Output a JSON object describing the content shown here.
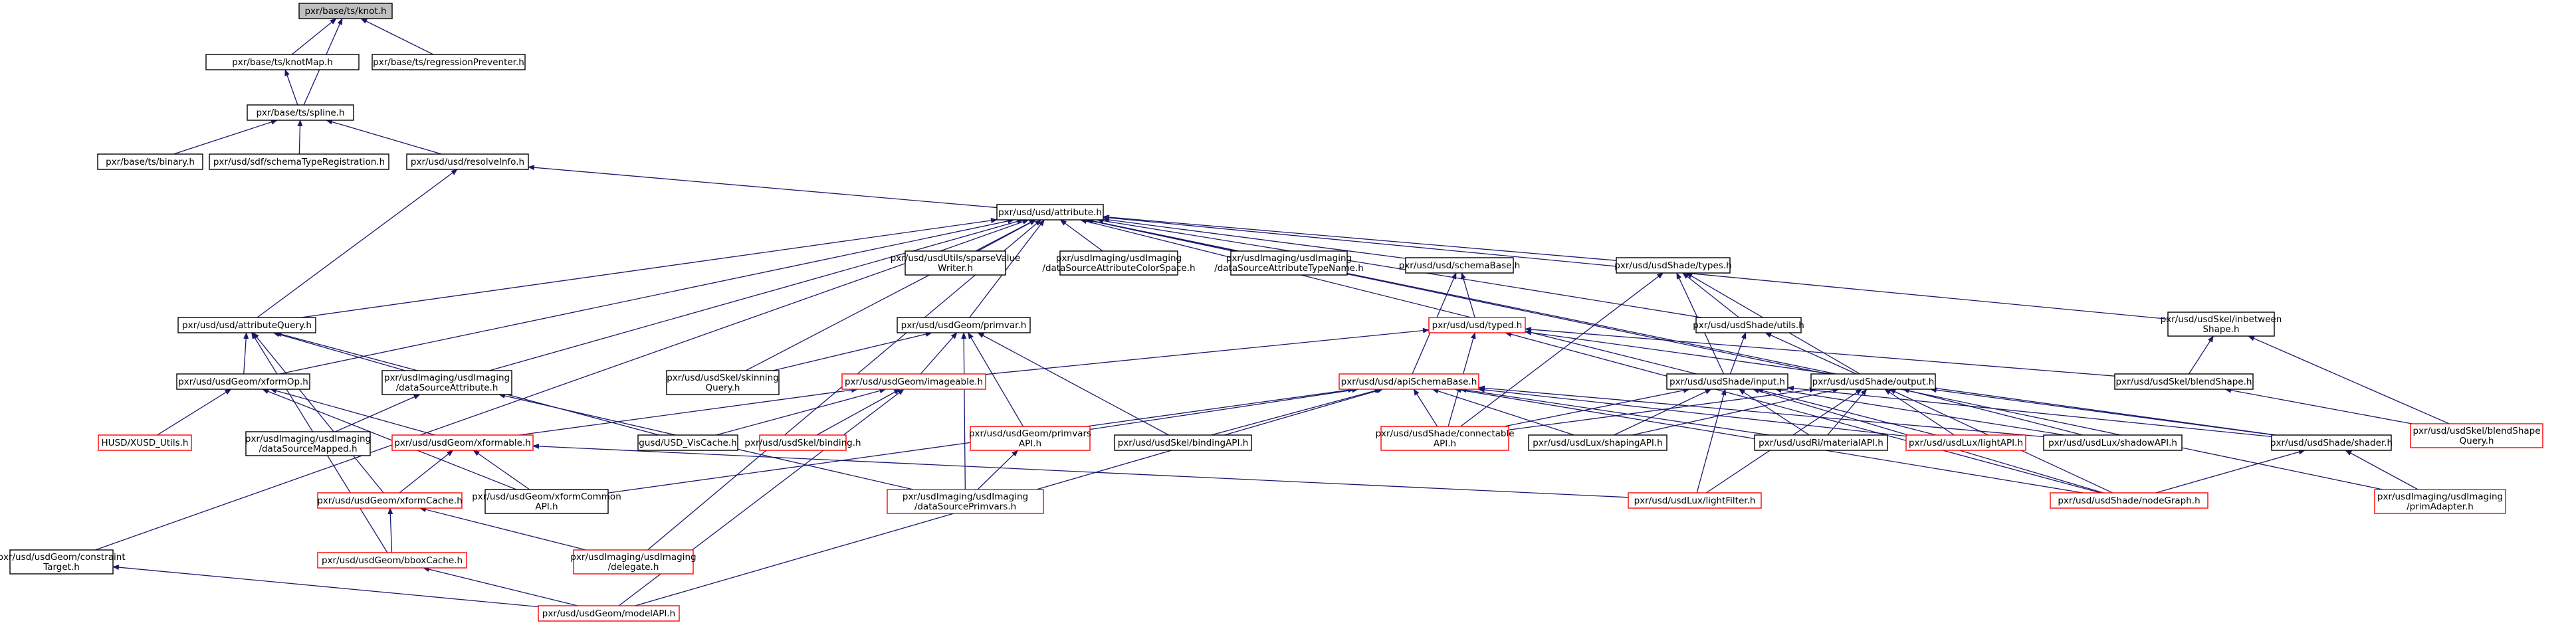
{
  "colors": {
    "edge": "#191970",
    "border_normal": "#000000",
    "border_missing": "#ff0000",
    "root_fill": "#bfbfbf",
    "background": "#ffffff"
  },
  "nodes": [
    {
      "id": "knot",
      "kind": "root",
      "lines": [
        "pxr/base/ts/knot.h"
      ]
    },
    {
      "id": "knotMap",
      "kind": "plain",
      "lines": [
        "pxr/base/ts/knotMap.h"
      ]
    },
    {
      "id": "regressionPreventer",
      "kind": "plain",
      "lines": [
        "pxr/base/ts/regressionPreventer.h"
      ]
    },
    {
      "id": "spline",
      "kind": "plain",
      "lines": [
        "pxr/base/ts/spline.h"
      ]
    },
    {
      "id": "binary",
      "kind": "plain",
      "lines": [
        "pxr/base/ts/binary.h"
      ]
    },
    {
      "id": "schemaTypeRegistration",
      "kind": "plain",
      "lines": [
        "pxr/usd/sdf/schemaTypeRegistration.h"
      ]
    },
    {
      "id": "resolveInfo",
      "kind": "plain",
      "lines": [
        "pxr/usd/usd/resolveInfo.h"
      ]
    },
    {
      "id": "attribute",
      "kind": "plain",
      "lines": [
        "pxr/usd/usd/attribute.h"
      ]
    },
    {
      "id": "parseValueWriter",
      "kind": "plain",
      "lines": [
        "pxr/usd/usdUtils/sparseValue",
        "Writer.h"
      ]
    },
    {
      "id": "dsAttrColorSpace",
      "kind": "plain",
      "lines": [
        "pxr/usdImaging/usdImaging",
        "/dataSourceAttributeColorSpace.h"
      ]
    },
    {
      "id": "dsAttrTypeName",
      "kind": "plain",
      "lines": [
        "pxr/usdImaging/usdImaging",
        "/dataSourceAttributeTypeName.h"
      ]
    },
    {
      "id": "schemaBase",
      "kind": "plain",
      "lines": [
        "pxr/usd/usd/schemaBase.h"
      ]
    },
    {
      "id": "shadeTypes",
      "kind": "plain",
      "lines": [
        "pxr/usd/usdShade/types.h"
      ]
    },
    {
      "id": "inbetweenShape",
      "kind": "plain",
      "lines": [
        "pxr/usd/usdSkel/inbetween",
        "Shape.h"
      ]
    },
    {
      "id": "attributeQuery",
      "kind": "plain",
      "lines": [
        "pxr/usd/usd/attributeQuery.h"
      ]
    },
    {
      "id": "primvar",
      "kind": "plain",
      "lines": [
        "pxr/usd/usdGeom/primvar.h"
      ]
    },
    {
      "id": "typed",
      "kind": "missing",
      "lines": [
        "pxr/usd/usd/typed.h"
      ]
    },
    {
      "id": "shadeUtils",
      "kind": "plain",
      "lines": [
        "pxr/usd/usdShade/utils.h"
      ]
    },
    {
      "id": "xformOp",
      "kind": "plain",
      "lines": [
        "pxr/usd/usdGeom/xformOp.h"
      ]
    },
    {
      "id": "dsAttribute",
      "kind": "plain",
      "lines": [
        "pxr/usdImaging/usdImaging",
        "/dataSourceAttribute.h"
      ]
    },
    {
      "id": "skinningQuery",
      "kind": "plain",
      "lines": [
        "pxr/usd/usdSkel/skinning",
        "Query.h"
      ]
    },
    {
      "id": "imageable",
      "kind": "missing",
      "lines": [
        "pxr/usd/usdGeom/imageable.h"
      ]
    },
    {
      "id": "apiSchemaBase",
      "kind": "missing",
      "lines": [
        "pxr/usd/usd/apiSchemaBase.h"
      ]
    },
    {
      "id": "shadeInput",
      "kind": "plain",
      "lines": [
        "pxr/usd/usdShade/input.h"
      ]
    },
    {
      "id": "shadeOutput",
      "kind": "plain",
      "lines": [
        "pxr/usd/usdShade/output.h"
      ]
    },
    {
      "id": "blendShape",
      "kind": "plain",
      "lines": [
        "pxr/usd/usdSkel/blendShape.h"
      ]
    },
    {
      "id": "blendShapeQuery",
      "kind": "missing",
      "lines": [
        "pxr/usd/usdSkel/blendShape",
        "Query.h"
      ]
    },
    {
      "id": "hususd",
      "kind": "missing",
      "lines": [
        "HUSD/XUSD_Utils.h"
      ]
    },
    {
      "id": "dsMapped",
      "kind": "plain",
      "lines": [
        "pxr/usdImaging/usdImaging",
        "/dataSourceMapped.h"
      ]
    },
    {
      "id": "xformable",
      "kind": "missing",
      "lines": [
        "pxr/usd/usdGeom/xformable.h"
      ]
    },
    {
      "id": "visCache",
      "kind": "plain",
      "lines": [
        "gusd/USD_VisCache.h"
      ]
    },
    {
      "id": "skelBinding",
      "kind": "missing",
      "lines": [
        "pxr/usd/usdSkel/binding.h"
      ]
    },
    {
      "id": "primvarsAPI",
      "kind": "missing",
      "lines": [
        "pxr/usd/usdGeom/primvars",
        "API.h"
      ]
    },
    {
      "id": "bindingAPI",
      "kind": "plain",
      "lines": [
        "pxr/usd/usdSkel/bindingAPI.h"
      ]
    },
    {
      "id": "connectableAPI",
      "kind": "missing",
      "lines": [
        "pxr/usd/usdShade/connectable",
        "API.h"
      ]
    },
    {
      "id": "shapingAPI",
      "kind": "plain",
      "lines": [
        "pxr/usd/usdLux/shapingAPI.h"
      ]
    },
    {
      "id": "materialAPI",
      "kind": "plain",
      "lines": [
        "pxr/usd/usdRi/materialAPI.h"
      ]
    },
    {
      "id": "lightAPI",
      "kind": "missing",
      "lines": [
        "pxr/usd/usdLux/lightAPI.h"
      ]
    },
    {
      "id": "shadowAPI",
      "kind": "plain",
      "lines": [
        "pxr/usd/usdLux/shadowAPI.h"
      ]
    },
    {
      "id": "shader",
      "kind": "plain",
      "lines": [
        "pxr/usd/usdShade/shader.h"
      ]
    },
    {
      "id": "xformCache",
      "kind": "missing",
      "lines": [
        "pxr/usd/usdGeom/xformCache.h"
      ]
    },
    {
      "id": "xformCommonAPI",
      "kind": "plain",
      "lines": [
        "pxr/usd/usdGeom/xformCommon",
        "API.h"
      ]
    },
    {
      "id": "dsPrimvars",
      "kind": "missing",
      "lines": [
        "pxr/usdImaging/usdImaging",
        "/dataSourcePrimvars.h"
      ]
    },
    {
      "id": "lightFilter",
      "kind": "missing",
      "lines": [
        "pxr/usd/usdLux/lightFilter.h"
      ]
    },
    {
      "id": "nodeGraph",
      "kind": "missing",
      "lines": [
        "pxr/usd/usdShade/nodeGraph.h"
      ]
    },
    {
      "id": "primAdapter",
      "kind": "missing",
      "lines": [
        "pxr/usdImaging/usdImaging",
        "/primAdapter.h"
      ]
    },
    {
      "id": "constraintTarget",
      "kind": "plain",
      "lines": [
        "pxr/usd/usdGeom/constraint",
        "Target.h"
      ]
    },
    {
      "id": "bboxCache",
      "kind": "missing",
      "lines": [
        "pxr/usd/usdGeom/bboxCache.h"
      ]
    },
    {
      "id": "delegate",
      "kind": "missing",
      "lines": [
        "pxr/usdImaging/usdImaging",
        "/delegate.h"
      ]
    },
    {
      "id": "modelAPI",
      "kind": "missing",
      "lines": [
        "pxr/usd/usdGeom/modelAPI.h"
      ]
    }
  ],
  "edges": [
    [
      "knotMap",
      "knot"
    ],
    [
      "spline",
      "knot"
    ],
    [
      "regressionPreventer",
      "knot"
    ],
    [
      "spline",
      "knotMap"
    ],
    [
      "binary",
      "spline"
    ],
    [
      "schemaTypeRegistration",
      "spline"
    ],
    [
      "resolveInfo",
      "spline"
    ],
    [
      "attribute",
      "resolveInfo"
    ],
    [
      "attributeQuery",
      "resolveInfo"
    ],
    [
      "constraintTarget",
      "attribute"
    ],
    [
      "attributeQuery",
      "attribute"
    ],
    [
      "xformOp",
      "attribute"
    ],
    [
      "dsAttribute",
      "attribute"
    ],
    [
      "skinningQuery",
      "attribute"
    ],
    [
      "primvar",
      "attribute"
    ],
    [
      "delegate",
      "attribute"
    ],
    [
      "parseValueWriter",
      "attribute"
    ],
    [
      "dsAttrColorSpace",
      "attribute"
    ],
    [
      "dsAttrTypeName",
      "attribute"
    ],
    [
      "schemaBase",
      "attribute"
    ],
    [
      "shadeTypes",
      "attribute"
    ],
    [
      "shadeUtils",
      "attribute"
    ],
    [
      "shadeInput",
      "attribute"
    ],
    [
      "shadeOutput",
      "attribute"
    ],
    [
      "inbetweenShape",
      "attribute"
    ],
    [
      "primAdapter",
      "attribute"
    ],
    [
      "typed",
      "schemaBase"
    ],
    [
      "apiSchemaBase",
      "schemaBase"
    ],
    [
      "shadeUtils",
      "shadeTypes"
    ],
    [
      "shadeInput",
      "shadeTypes"
    ],
    [
      "shadeOutput",
      "shadeTypes"
    ],
    [
      "connectableAPI",
      "shadeTypes"
    ],
    [
      "blendShape",
      "inbetweenShape"
    ],
    [
      "blendShapeQuery",
      "inbetweenShape"
    ],
    [
      "xformOp",
      "attributeQuery"
    ],
    [
      "dsAttribute",
      "attributeQuery"
    ],
    [
      "visCache",
      "attributeQuery"
    ],
    [
      "xformCache",
      "attributeQuery"
    ],
    [
      "bboxCache",
      "attributeQuery"
    ],
    [
      "skinningQuery",
      "primvar"
    ],
    [
      "imageable",
      "primvar"
    ],
    [
      "primvarsAPI",
      "primvar"
    ],
    [
      "bindingAPI",
      "primvar"
    ],
    [
      "dsPrimvars",
      "primvar"
    ],
    [
      "imageable",
      "typed"
    ],
    [
      "connectableAPI",
      "typed"
    ],
    [
      "shader",
      "typed"
    ],
    [
      "blendShape",
      "typed"
    ],
    [
      "nodeGraph",
      "typed"
    ],
    [
      "shadeInput",
      "shadeUtils"
    ],
    [
      "shadeOutput",
      "shadeUtils"
    ],
    [
      "xformable",
      "xformOp"
    ],
    [
      "hususd",
      "xformOp"
    ],
    [
      "xformCommonAPI",
      "xformOp"
    ],
    [
      "dsMapped",
      "dsAttribute"
    ],
    [
      "dsPrimvars",
      "dsAttribute"
    ],
    [
      "xformable",
      "imageable"
    ],
    [
      "visCache",
      "imageable"
    ],
    [
      "skelBinding",
      "imageable"
    ],
    [
      "modelAPI",
      "imageable"
    ],
    [
      "bindingAPI",
      "apiSchemaBase"
    ],
    [
      "connectableAPI",
      "apiSchemaBase"
    ],
    [
      "shapingAPI",
      "apiSchemaBase"
    ],
    [
      "materialAPI",
      "apiSchemaBase"
    ],
    [
      "lightAPI",
      "apiSchemaBase"
    ],
    [
      "shadowAPI",
      "apiSchemaBase"
    ],
    [
      "xformCommonAPI",
      "apiSchemaBase"
    ],
    [
      "primvarsAPI",
      "apiSchemaBase"
    ],
    [
      "modelAPI",
      "apiSchemaBase"
    ],
    [
      "nodeGraph",
      "apiSchemaBase"
    ],
    [
      "connectableAPI",
      "shadeInput"
    ],
    [
      "shapingAPI",
      "shadeInput"
    ],
    [
      "materialAPI",
      "shadeInput"
    ],
    [
      "lightAPI",
      "shadeInput"
    ],
    [
      "shadowAPI",
      "shadeInput"
    ],
    [
      "shader",
      "shadeInput"
    ],
    [
      "lightFilter",
      "shadeInput"
    ],
    [
      "nodeGraph",
      "shadeInput"
    ],
    [
      "connectableAPI",
      "shadeOutput"
    ],
    [
      "shapingAPI",
      "shadeOutput"
    ],
    [
      "materialAPI",
      "shadeOutput"
    ],
    [
      "lightAPI",
      "shadeOutput"
    ],
    [
      "shadowAPI",
      "shadeOutput"
    ],
    [
      "shader",
      "shadeOutput"
    ],
    [
      "lightFilter",
      "shadeOutput"
    ],
    [
      "nodeGraph",
      "shadeOutput"
    ],
    [
      "blendShapeQuery",
      "blendShape"
    ],
    [
      "xformCache",
      "xformable"
    ],
    [
      "xformCommonAPI",
      "xformable"
    ],
    [
      "lightFilter",
      "xformable"
    ],
    [
      "dsPrimvars",
      "primvarsAPI"
    ],
    [
      "nodeGraph",
      "shader"
    ],
    [
      "primAdapter",
      "shader"
    ],
    [
      "bboxCache",
      "xformCache"
    ],
    [
      "delegate",
      "xformCache"
    ],
    [
      "modelAPI",
      "bboxCache"
    ],
    [
      "modelAPI",
      "constraintTarget"
    ]
  ]
}
